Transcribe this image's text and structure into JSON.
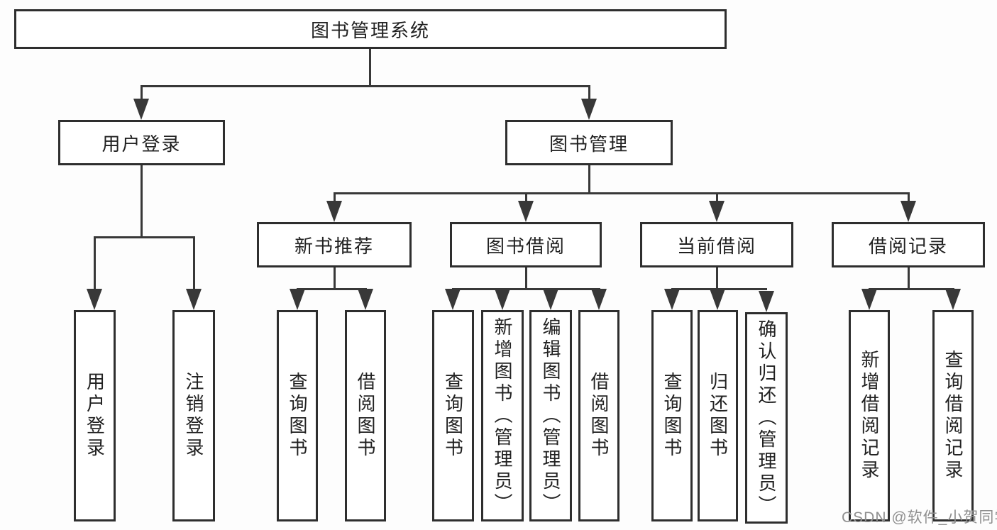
{
  "diagram_title": "图书管理系统",
  "colors": {
    "line": "#383838",
    "box_border": "#2e2e2e",
    "text": "#212121",
    "watermark": "#8f8f8f",
    "background": "#fdfdfd"
  },
  "tree": {
    "root": {
      "label": "图书管理系统",
      "children": [
        {
          "label": "用户登录",
          "children": [
            {
              "label": "用户登录"
            },
            {
              "label": "注销登录"
            }
          ]
        },
        {
          "label": "图书管理",
          "children": [
            {
              "label": "新书推荐",
              "children": [
                {
                  "label": "查询图书"
                },
                {
                  "label": "借阅图书"
                }
              ]
            },
            {
              "label": "图书借阅",
              "children": [
                {
                  "label": "查询图书"
                },
                {
                  "label": "新增图书（管理员）"
                },
                {
                  "label": "编辑图书（管理员）"
                },
                {
                  "label": "借阅图书"
                }
              ]
            },
            {
              "label": "当前借阅",
              "children": [
                {
                  "label": "查询图书"
                },
                {
                  "label": "归还图书"
                },
                {
                  "label": "确认归还（管理员）"
                }
              ]
            },
            {
              "label": "借阅记录",
              "children": [
                {
                  "label": "新增借阅记录"
                },
                {
                  "label": "查询借阅记录"
                }
              ]
            }
          ]
        }
      ]
    }
  },
  "watermark": {
    "text": "CSDN @软件_小贺同学"
  }
}
